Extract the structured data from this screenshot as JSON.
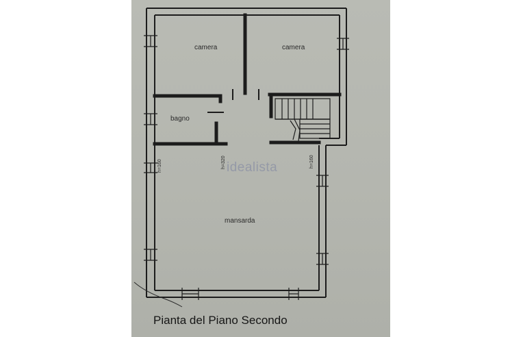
{
  "plan": {
    "title": "Pianta del Piano Secondo",
    "rooms": {
      "camera_left": "camera",
      "camera_right": "camera",
      "bagno": "bagno",
      "mansarda": "mansarda"
    },
    "dimensions": {
      "height_left": "h=160",
      "height_center": "h=320",
      "height_right": "h=160"
    },
    "watermark": "idealista"
  },
  "colors": {
    "paper": "#b6b8b1",
    "wall": "#1c1c1c",
    "background": "#ffffff"
  }
}
